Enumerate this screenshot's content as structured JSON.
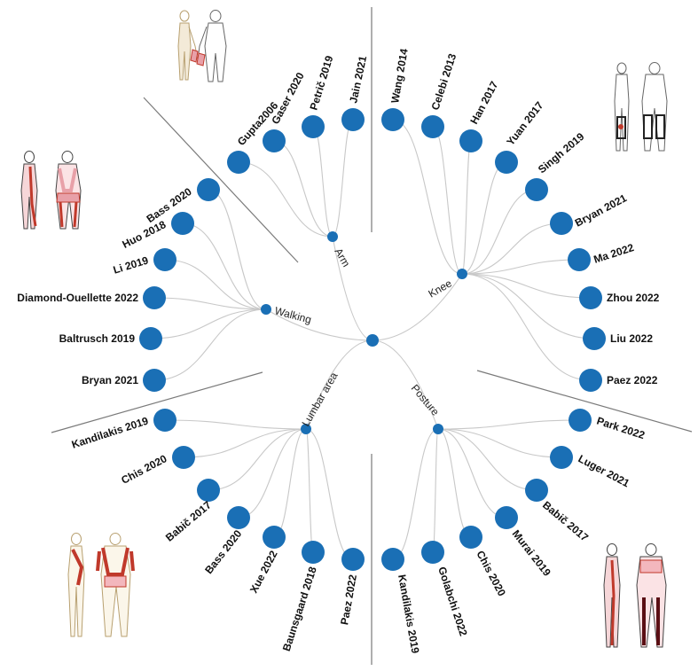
{
  "tree": {
    "root": "",
    "branches": [
      {
        "name": "Arm",
        "leaves": [
          "Jain 2021",
          "Petrič 2019",
          "Gaser 2020",
          "Gupta2006"
        ]
      },
      {
        "name": "Walking",
        "leaves": [
          "Bass 2020",
          "Huo 2018",
          "Li 2019",
          "Diamond-Ouellette 2022",
          "Baltrusch 2019",
          "Bryan 2021"
        ]
      },
      {
        "name": "Lumbar area",
        "leaves": [
          "Kandilakis 2019",
          "Chis 2020",
          "Babič 2017",
          "Bass 2020",
          "Xue 2022",
          "Baunsgaard 2018",
          "Paez 2022"
        ]
      },
      {
        "name": "Posture",
        "leaves": [
          "Kandilakis 2019",
          "Golabchi 2022",
          "Chis 2020",
          "Murai 2019",
          "Babič 2017",
          "Luger 2021",
          "Park 2022"
        ]
      },
      {
        "name": "Knee",
        "leaves": [
          "Wang 2014",
          "Celebi 2013",
          "Han 2017",
          "Yuan 2017",
          "Singh 2019",
          "Bryan 2021",
          "Ma 2022",
          "Zhou 2022",
          "Liu 2022",
          "Paez 2022"
        ]
      }
    ]
  },
  "colors": {
    "node": "#1a6fb5",
    "link": "#c8c8c8",
    "divider": "#7a7a7a",
    "highlight": "#c0392b"
  },
  "icons": [
    "arm-exoskeleton-figure-icon",
    "back-exoskeleton-figure-icon",
    "knee-exoskeleton-figure-icon",
    "lumbar-exoskeleton-figure-icon",
    "posture-exoskeleton-figure-icon"
  ]
}
